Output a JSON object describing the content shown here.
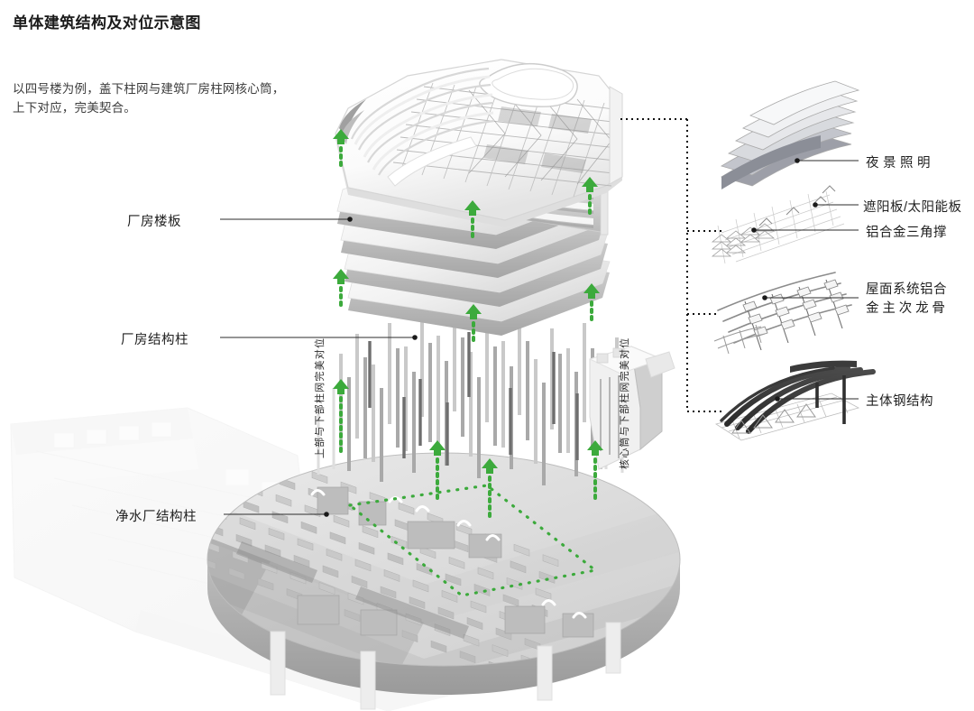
{
  "header": {
    "title": "单体建筑结构及对位示意图",
    "subtitle_line1": "以四号楼为例，盖下柱网与建筑厂房柱网核心筒，",
    "subtitle_line2": "上下对应，完美契合。"
  },
  "left_labels": [
    {
      "id": "factory-floor-slab",
      "text": "厂房楼板"
    },
    {
      "id": "factory-structural-column",
      "text": "厂房结构柱"
    },
    {
      "id": "water-plant-structural-column",
      "text": "净水厂结构柱"
    }
  ],
  "right_labels": [
    {
      "id": "night-lighting",
      "text": "夜景照明",
      "spaced": true
    },
    {
      "id": "sunshade-solar-panel",
      "text": "遮阳板/太阳能板",
      "spaced": false
    },
    {
      "id": "aluminum-triangular-brace",
      "text": "铝合金三角撑",
      "spaced": false
    },
    {
      "id": "roof-aluminum-purlins",
      "line1": "屋面系统铝合",
      "line2": "金主次龙骨",
      "two_line": true
    },
    {
      "id": "main-steel-structure",
      "text": "主体钢结构",
      "spaced": false
    }
  ],
  "vertical_notes": [
    {
      "id": "upper-lower-grid-alignment",
      "text": "上部与下部柱网完美对位"
    },
    {
      "id": "core-lower-grid-alignment",
      "text": "核心筒与下部柱网完美对位"
    }
  ],
  "colors": {
    "accent_green": "#3CAA3C",
    "text": "#1f1f1f",
    "leader": "#2b2b2b",
    "background": "#ffffff"
  },
  "diagram": {
    "type": "exploded-axonometric-architecture",
    "layers": [
      "roof-canopy-truss",
      "facade-louver-block",
      "stacked-floor-slabs",
      "column-forest",
      "core-tower",
      "circular-base-platform",
      "ghost-site-plan"
    ],
    "floor_slab_count": 4,
    "detail_thumbnails": [
      "curved-louver-fins",
      "grid-mesh-panel",
      "aluminum-purlin-grid",
      "steel-arch-frame"
    ],
    "green_arrow_count": 8,
    "alignment_outline": "dotted-green-parallelogram"
  }
}
